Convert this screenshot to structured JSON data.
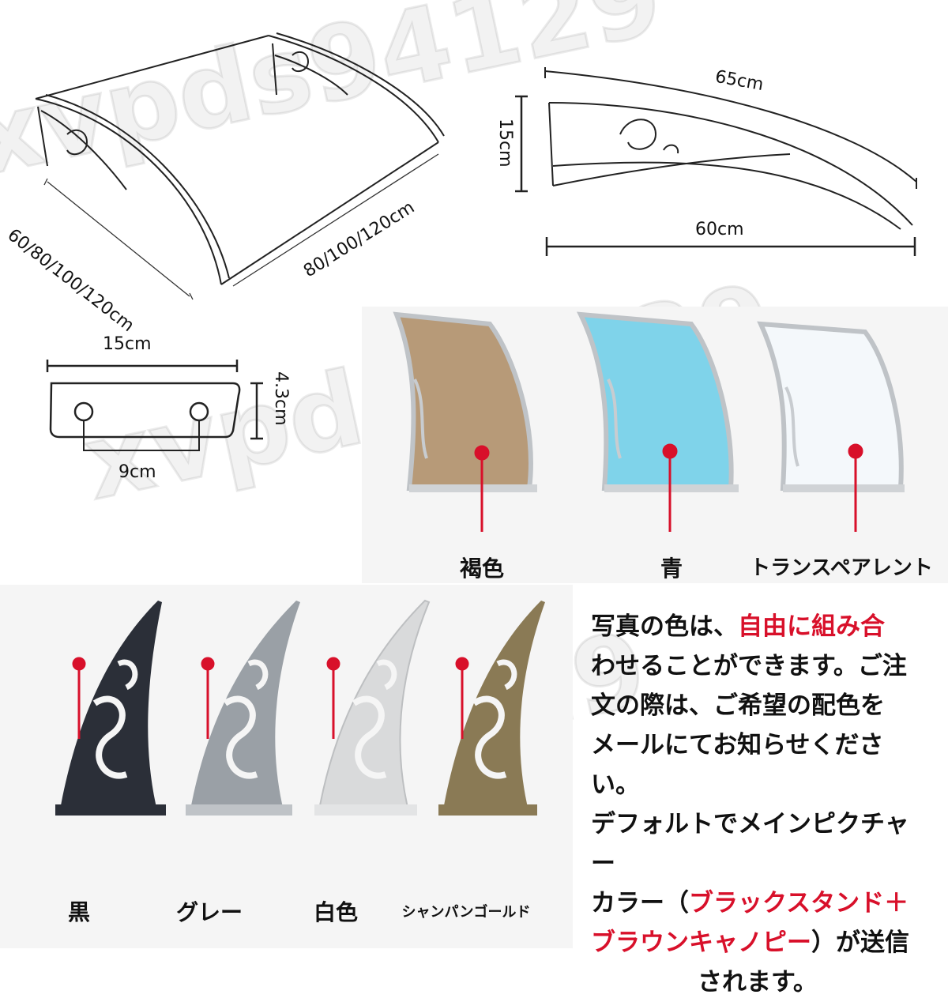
{
  "dimensions": {
    "depth": "60/80/100/120cm",
    "width": "80/100/120cm",
    "arc_length": "65cm",
    "height": "15cm",
    "bracket_depth": "60cm",
    "plate_width": "15cm",
    "plate_height": "4.3cm",
    "hole_spacing": "9cm"
  },
  "canopy_colors": [
    {
      "label": "褐色",
      "swatch": "#b79a78"
    },
    {
      "label": "青",
      "swatch": "#7fd3ea"
    },
    {
      "label": "トランスペアレント",
      "swatch": "#f4f8fb"
    }
  ],
  "bracket_colors": [
    {
      "label": "黒",
      "swatch": "#2b2f38"
    },
    {
      "label": "グレー",
      "swatch": "#9aa0a6"
    },
    {
      "label": "白色",
      "swatch": "#d9dadb"
    },
    {
      "label": "シャンパンゴールド",
      "swatch": "#8a7a55"
    }
  ],
  "note": {
    "p1": "写真の色は、",
    "p1_red": "自由に組み合",
    "p2": "わせることができます。ご注",
    "p3": "文の際は、ご希望の配色を",
    "p4": "メールにてお知らせください。",
    "p5": "デフォルトでメインピクチャー",
    "p6a": "カラー（",
    "p6_red": "ブラックスタンド＋",
    "p7_red": "ブラウンキャノピー",
    "p7b": "）が送信",
    "p8": "されます。"
  },
  "watermark": "xvpds94129",
  "accent_color": "#d8102a"
}
